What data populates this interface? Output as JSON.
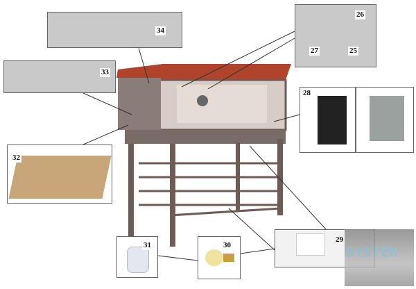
{
  "parts": {
    "p34": "34",
    "p33": "33",
    "p32": "32",
    "p26": "26",
    "p27": "27",
    "p25": "25",
    "p28": "28",
    "p29": "29",
    "p30": "30",
    "p31": "31"
  },
  "watermark": {
    "text": "SYSTEM"
  },
  "colors": {
    "oven_top": "#b0442a",
    "frame": "#6e5b55",
    "panel_bg": "#c9c9c9"
  }
}
